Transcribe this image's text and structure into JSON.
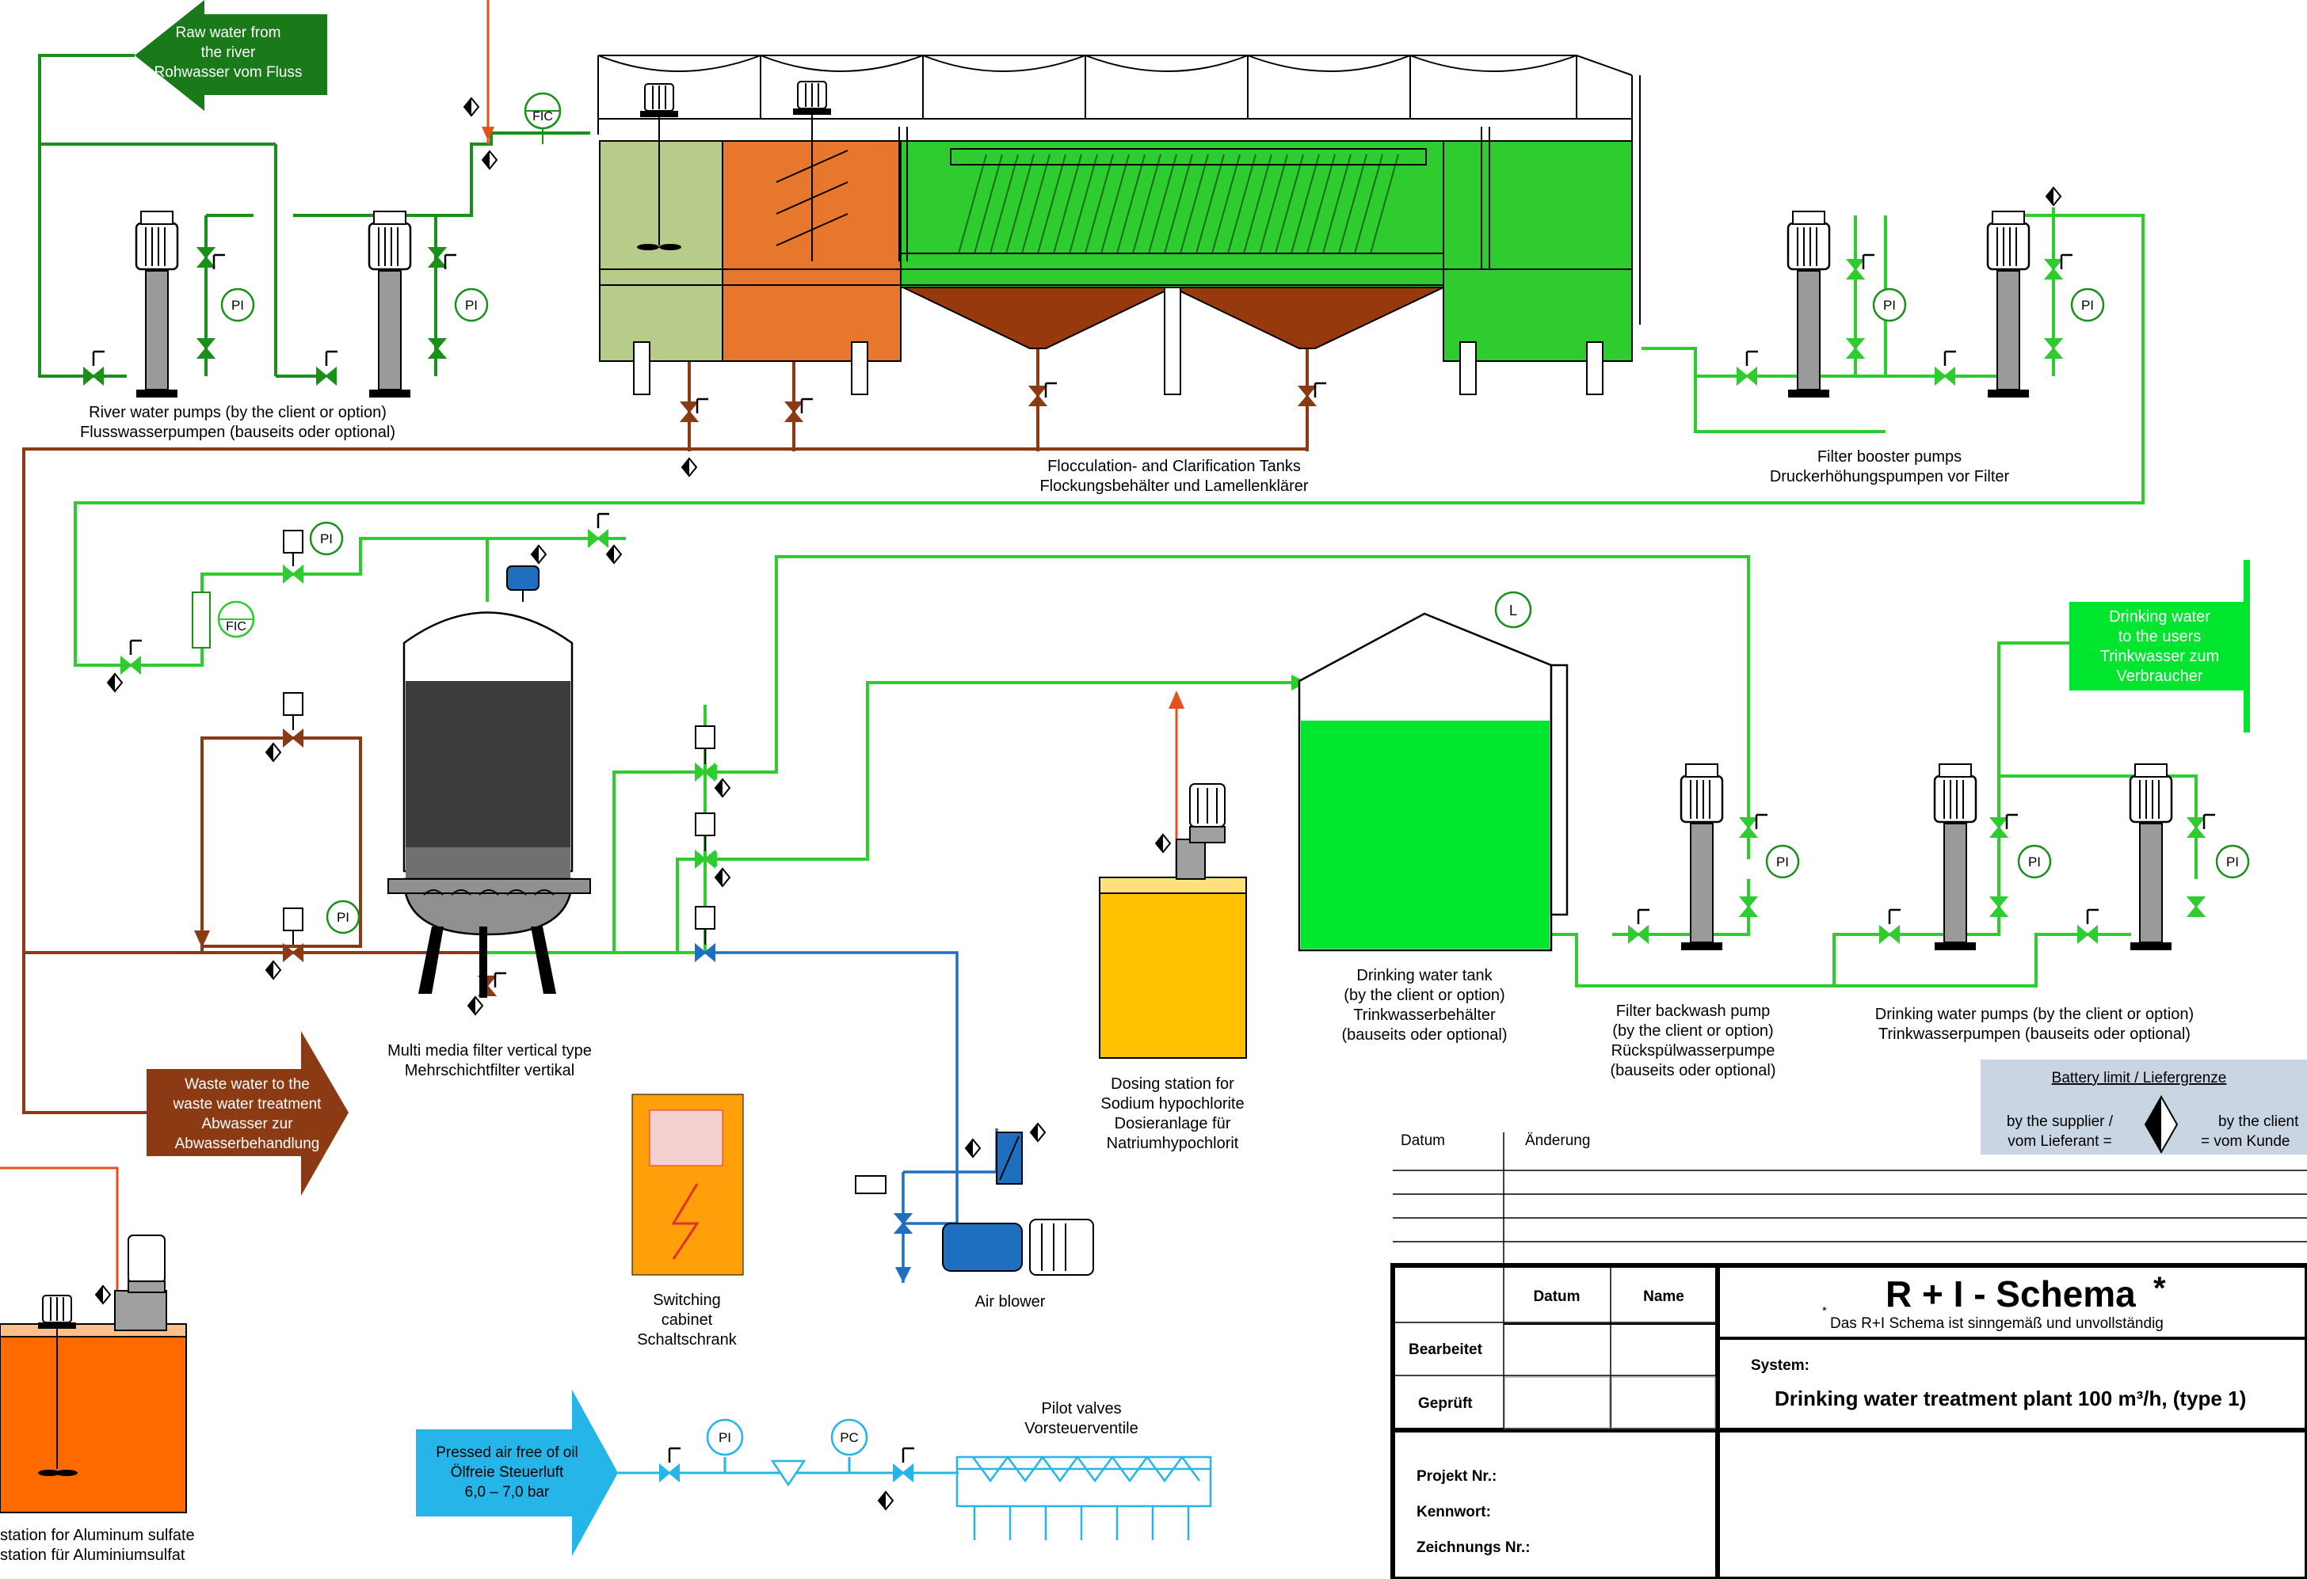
{
  "arrows": {
    "raw_water": [
      "Raw water from",
      "the river",
      "Rohwasser vom Fluss"
    ],
    "waste_water": [
      "Waste water to the",
      "waste water treatment",
      "Abwasser zur",
      "Abwasserbehandlung"
    ],
    "drinking_users": [
      "Drinking water",
      "to the users",
      "Trinkwasser zum",
      "Verbraucher"
    ],
    "pressed_air": [
      "Pressed air free of oil",
      "Ölfreie Steuerluft",
      "6,0 – 7,0 bar"
    ]
  },
  "labels": {
    "river_pumps": [
      "River water pumps (by the client or option)",
      "Flusswasserpumpen (bauseits oder optional)"
    ],
    "flocculation": [
      "Flocculation- and Clarification Tanks",
      "Flockungsbehälter und Lamellenklärer"
    ],
    "filter_booster": [
      "Filter booster pumps",
      "Druckerhöhungspumpen vor Filter"
    ],
    "multimedia_filter": [
      "Multi media filter vertical type",
      "Mehrschichtfilter vertikal"
    ],
    "dosing_station": [
      "Dosing station for",
      "Sodium hypochlorite",
      "Dosieranlage für",
      "Natriumhypochlorit"
    ],
    "drinking_tank": [
      "Drinking water tank",
      "(by the client or option)",
      "Trinkwasserbehälter",
      "(bauseits oder optional)"
    ],
    "backwash_pump": [
      "Filter backwash pump",
      "(by the client or option)",
      "Rückspülwasserpumpe",
      "(bauseits oder optional)"
    ],
    "drinking_pumps": [
      "Drinking water pumps (by the client or option)",
      "Trinkwasserpumpen (bauseits oder optional)"
    ],
    "switching_cabinet": [
      "Switching",
      "cabinet",
      "Schaltschrank"
    ],
    "air_blower": [
      "Air blower"
    ],
    "aluminum_station": [
      "station for Aluminum sulfate",
      "station für Aluminiumsulfat"
    ],
    "pilot_valves": [
      "Pilot valves",
      "Vorsteuerventile"
    ]
  },
  "instruments": {
    "pi": "PI",
    "fic": "FIC",
    "level": "L",
    "pc": "PC"
  },
  "battery_limit": {
    "title": "Battery limit / Liefergrenze",
    "supplier": [
      "by the supplier /",
      "vom Lieferant ="
    ],
    "client": [
      "by the client",
      "= vom Kunde"
    ]
  },
  "title_block": {
    "datum_header": "Datum",
    "aenderung_header": "Änderung",
    "col_datum": "Datum",
    "col_name": "Name",
    "bearbeitet": "Bearbeitet",
    "geprueft": "Geprüft",
    "schema_title": "R + I - Schema",
    "schema_star": "*",
    "schema_note_star": "*",
    "schema_note": "Das R+I Schema ist sinngemäß und unvollständig",
    "system_label": "System:",
    "system_value": "Drinking water treatment plant 100 m³/h, (type 1)",
    "projekt": "Projekt Nr.:",
    "kennwort": "Kennwort:",
    "zeichnung": "Zeichnungs Nr.:"
  },
  "colors": {
    "pipe_green": "#2ECC2E",
    "pipe_dark_green": "#1A8F1A",
    "pipe_brown": "#8B3A14",
    "pipe_orange": "#E8501A",
    "pipe_blue": "#1F6FC0",
    "pipe_light_blue": "#26B5E8",
    "tank_green": "#00E62E",
    "tank_olive": "#B8CC8A",
    "tank_orange": "#E8772E",
    "sludge_brown": "#963A0E",
    "dosing_yellow": "#FFC000",
    "cabinet_orange": "#FF9F0A",
    "alum_orange": "#FF6A00",
    "filter_dark": "#3C3C3C",
    "battery_bg": "#CAD5E3"
  }
}
